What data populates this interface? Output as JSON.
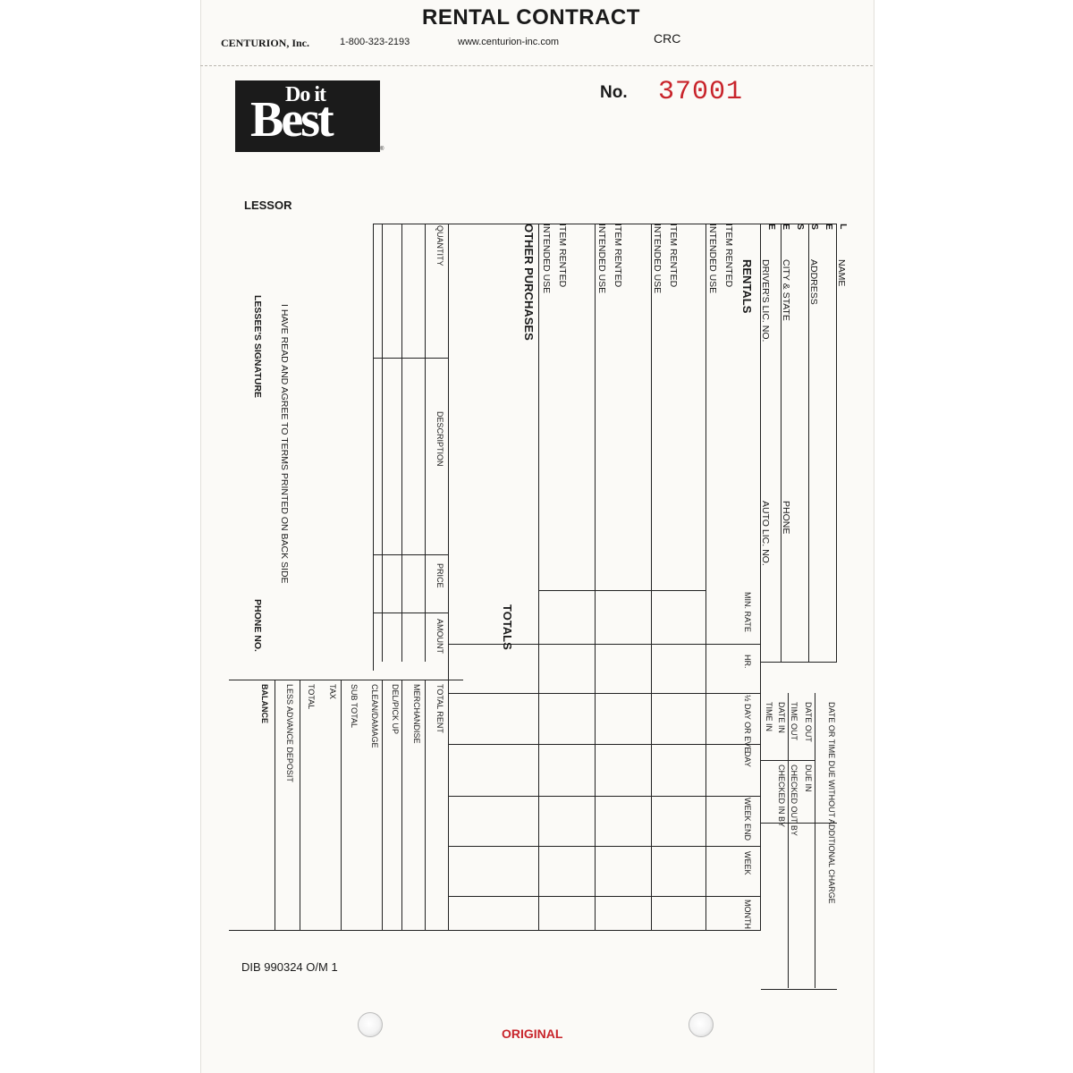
{
  "header": {
    "title": "RENTAL CONTRACT",
    "company": "CENTURION, Inc.",
    "phone": "1-800-323-2193",
    "website": "www.centurion-inc.com",
    "code": "CRC",
    "number_label": "No.",
    "number_value": "37001"
  },
  "logo": {
    "line1": "Do it",
    "line2": "Best"
  },
  "lessee_letters": [
    "L",
    "E",
    "S",
    "S",
    "E",
    "E"
  ],
  "lessee_fields": {
    "name": "NAME",
    "address": "ADDRESS",
    "city_state": "CITY & STATE",
    "phone": "PHONE",
    "drivers_lic": "DRIVER'S LIC. NO.",
    "auto_lic": "AUTO LIC. NO."
  },
  "rentals": {
    "heading": "RENTALS",
    "item_rented": "ITEM RENTED",
    "intended_use": "INTENDED USE",
    "rate_headers": [
      "MIN. RATE",
      "HR.",
      "½ DAY OR EVE",
      "DAY",
      "WEEK END",
      "WEEK",
      "MONTH"
    ]
  },
  "due_box": {
    "heading": "DATE OR TIME DUE WITHOUT ADDITIONAL CHARGE",
    "date_out": "DATE OUT",
    "time_out": "TIME OUT",
    "date_in": "DATE IN",
    "time_in": "TIME IN",
    "due_in": "DUE IN",
    "checked_out_by": "CHECKED OUT BY",
    "checked_in_by": "CHECKED IN BY"
  },
  "other_purchases": {
    "heading": "OTHER PURCHASES",
    "columns": [
      "QUANTITY",
      "DESCRIPTION",
      "PRICE",
      "AMOUNT"
    ],
    "totals_label": "TOTALS"
  },
  "totals": [
    "TOTAL RENT",
    "MERCHANDISE",
    "DEL/PICK UP",
    "CLEAN/DAMAGE",
    "SUB TOTAL",
    "TAX",
    "TOTAL",
    "LESS ADVANCE DEPOSIT",
    "BALANCE"
  ],
  "signature": {
    "lessor": "LESSOR",
    "agreement": "I HAVE READ AND AGREE TO TERMS PRINTED ON BACK SIDE",
    "lessee_signature": "LESSEE'S SIGNATURE",
    "phone_no": "PHONE NO."
  },
  "footer": {
    "form_code": "DIB   990324 O/M 1",
    "copy_label": "ORIGINAL"
  }
}
